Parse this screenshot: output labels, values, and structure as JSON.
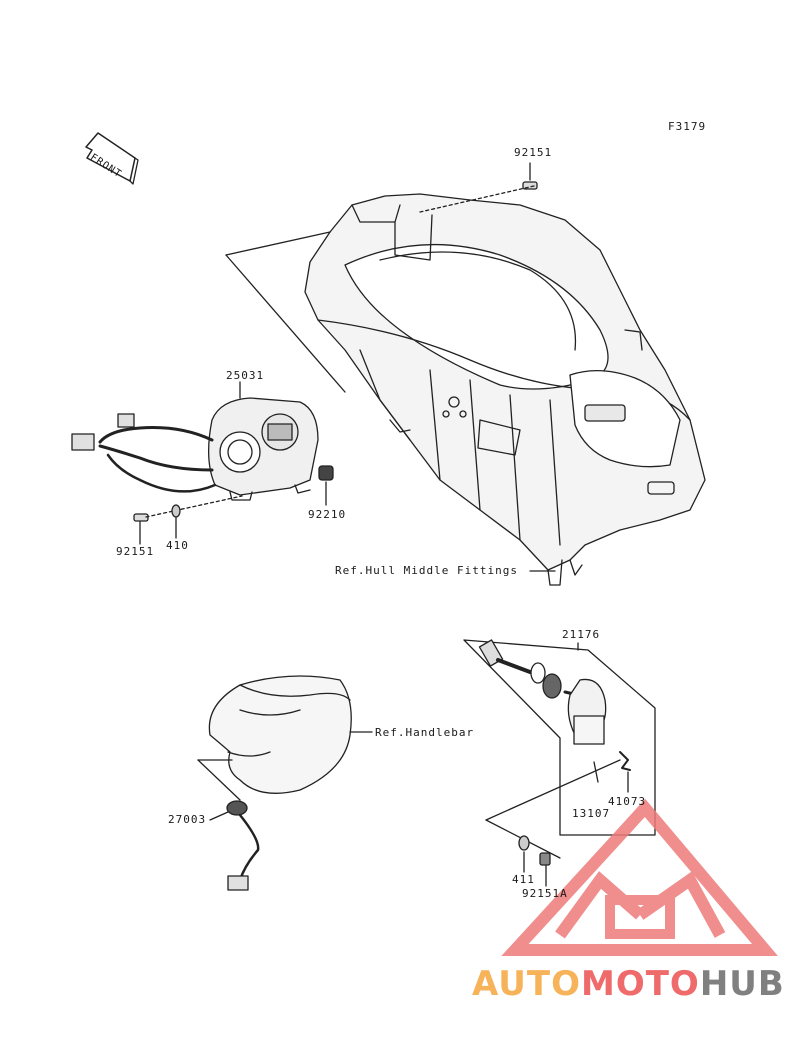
{
  "figure_code": "F3179",
  "front_arrow": "FRONT",
  "parts": {
    "p92151_top": "92151",
    "p25031": "25031",
    "p92210": "92210",
    "p92151_left": "92151",
    "p410": "410",
    "ref_hull": "Ref.Hull Middle Fittings",
    "p21176": "21176",
    "ref_handlebar": "Ref.Handlebar",
    "p27003": "27003",
    "p13107": "13107",
    "p41073": "41073",
    "p411": "411",
    "p92151A": "92151A"
  },
  "watermark": {
    "part1": "AUTO",
    "part2": "MOTO",
    "part3": "HUB",
    "colors": {
      "auto": "#f7b35a",
      "moto": "#ef6a6a",
      "hub": "#808080",
      "logo": "#ee7a7a"
    }
  }
}
